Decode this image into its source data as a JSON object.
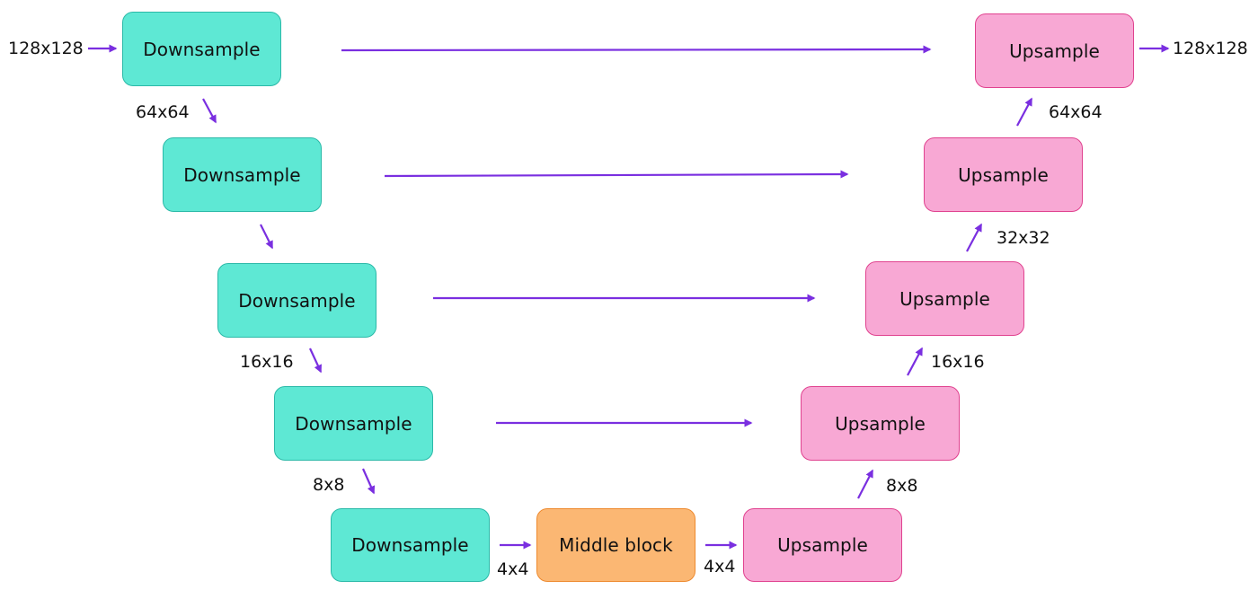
{
  "colors": {
    "arrow": "#7a2fe0",
    "down_fill": "#5ee8d4",
    "up_fill": "#f8a8d4",
    "middle_fill": "#fbb773"
  },
  "encoder": {
    "blocks": [
      "Downsample",
      "Downsample",
      "Downsample",
      "Downsample",
      "Downsample"
    ]
  },
  "middle": {
    "label": "Middle block"
  },
  "decoder": {
    "blocks": [
      "Upsample",
      "Upsample",
      "Upsample",
      "Upsample",
      "Upsample"
    ]
  },
  "sizes": {
    "input": "128x128",
    "enc_1": "64x64",
    "enc_3": "16x16",
    "enc_4": "8x8",
    "mid_in": "4x4",
    "mid_out": "4x4",
    "dec_1": "8x8",
    "dec_2": "16x16",
    "dec_3": "32x32",
    "dec_4": "64x64",
    "output": "128x128"
  }
}
